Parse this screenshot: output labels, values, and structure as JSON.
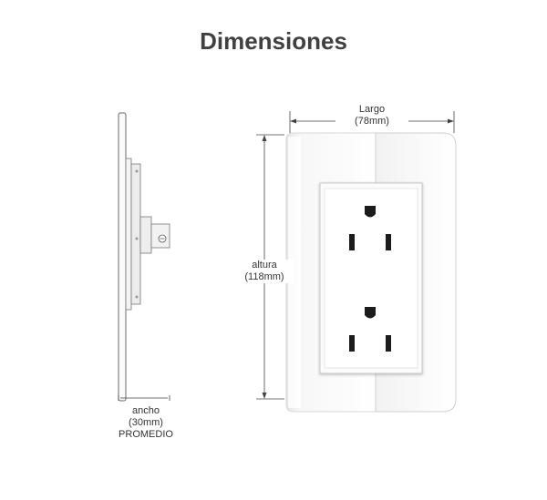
{
  "title": "Dimensiones",
  "dimensions": {
    "largo": {
      "label": "Largo",
      "value": "(78mm)"
    },
    "altura": {
      "label": "altura",
      "value": "(118mm)"
    },
    "ancho": {
      "label": "ancho",
      "value": "(30mm)",
      "note": "PROMEDIO"
    }
  }
}
